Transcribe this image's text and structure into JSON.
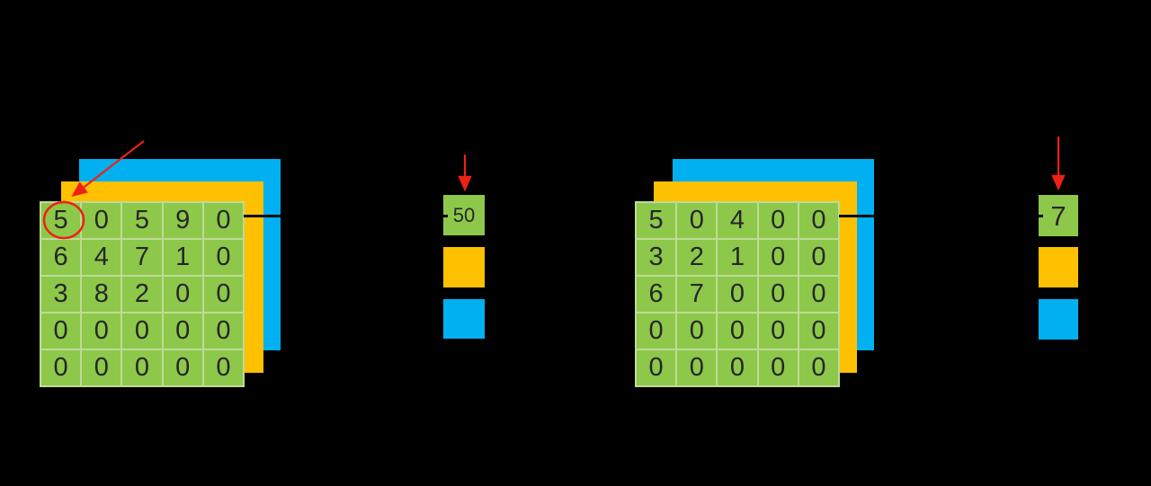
{
  "colors": {
    "background": "#000000",
    "green": "#8dc84a",
    "grid_line": "#bedb97",
    "yellow": "#ffc000",
    "blue": "#00b0f0",
    "red": "#ed2115",
    "digit": "#262626",
    "connector": "#000000"
  },
  "icons": {
    "red_arrow": "red pointer arrow (straight line with solid triangular head)",
    "highlight_circle": "red ellipse outline around a matrix cell"
  },
  "left_group": {
    "layers": [
      {
        "name": "blue",
        "color": "#00b0f0"
      },
      {
        "name": "yellow",
        "color": "#ffc000"
      },
      {
        "name": "green-matrix",
        "color": "#8dc84a"
      }
    ],
    "matrix_rows": [
      [
        "5",
        "0",
        "5",
        "9",
        "0"
      ],
      [
        "6",
        "4",
        "7",
        "1",
        "0"
      ],
      [
        "3",
        "8",
        "2",
        "0",
        "0"
      ],
      [
        "0",
        "0",
        "0",
        "0",
        "0"
      ],
      [
        "0",
        "0",
        "0",
        "0",
        "0"
      ]
    ],
    "highlighted_cell": {
      "row": 0,
      "col": 0,
      "value": "5"
    },
    "output_squares": [
      {
        "color": "#8dc84a",
        "label": "50"
      },
      {
        "color": "#ffc000",
        "label": ""
      },
      {
        "color": "#00b0f0",
        "label": ""
      }
    ]
  },
  "right_group": {
    "layers": [
      {
        "name": "blue",
        "color": "#00b0f0"
      },
      {
        "name": "yellow",
        "color": "#ffc000"
      },
      {
        "name": "green-matrix",
        "color": "#8dc84a"
      }
    ],
    "matrix_rows": [
      [
        "5",
        "0",
        "4",
        "0",
        "0"
      ],
      [
        "3",
        "2",
        "1",
        "0",
        "0"
      ],
      [
        "6",
        "7",
        "0",
        "0",
        "0"
      ],
      [
        "0",
        "0",
        "0",
        "0",
        "0"
      ],
      [
        "0",
        "0",
        "0",
        "0",
        "0"
      ]
    ],
    "output_squares": [
      {
        "color": "#8dc84a",
        "label": "7"
      },
      {
        "color": "#ffc000",
        "label": ""
      },
      {
        "color": "#00b0f0",
        "label": ""
      }
    ]
  }
}
